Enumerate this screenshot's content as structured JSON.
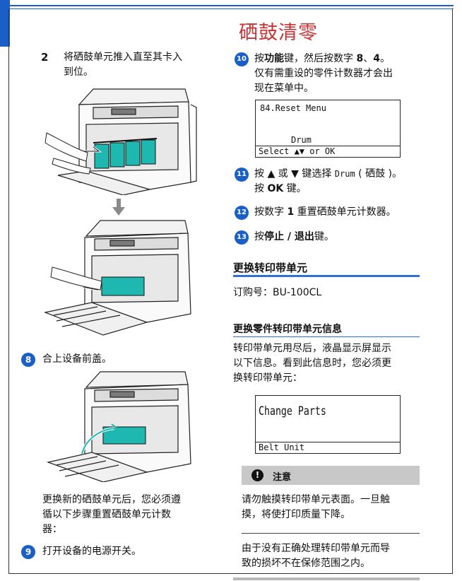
{
  "page": {
    "title": "硒鼓清零"
  },
  "left": {
    "step2_num": "2",
    "step2_text_l1": "将硒鼓单元推入直至其卡入",
    "step2_text_l2": "到位。",
    "step8_num": "8",
    "step8_text": "合上设备前盖。",
    "reset_text_l1": "更换新的硒鼓单元后，您必须遵",
    "reset_text_l2": "循以下步骤重置硒鼓单元计数",
    "reset_text_l3": "器：",
    "step9_num": "9",
    "step9_text": "打开设备的电源开关。"
  },
  "right": {
    "step10_num": "10",
    "step10_a": "按",
    "step10_b": "功能",
    "step10_c": "键，然后按数字 ",
    "step10_d": "8",
    "step10_e": "、",
    "step10_f": "4",
    "step10_g": "。",
    "step10_l2": "仅有需重设的零件计数器才会出",
    "step10_l3": "现在菜单中。",
    "lcd1_line1": "84.Reset Menu",
    "lcd1_line2": "Drum",
    "lcd1_bar": "Select ▲▼ or OK",
    "step11_num": "11",
    "step11_a": "按 ▲ 或 ▼ 键选择 ",
    "step11_mono": "Drum",
    "step11_b": " ( 硒鼓 )。",
    "step11_l2a": "按 ",
    "step11_l2b": "OK",
    "step11_l2c": " 键。",
    "step12_num": "12",
    "step12_a": "按数字 ",
    "step12_b": "1",
    "step12_c": " 重置硒鼓单元计数器。",
    "step13_num": "13",
    "step13_a": "按",
    "step13_b": "停止 / 退出",
    "step13_c": "键。",
    "section_title": "更换转印带单元",
    "order_no": "订购号：BU-100CL",
    "subsection_title": "更换零件转印带单元信息",
    "body_l1": "转印带单元用尽后，液晶显示屏显示",
    "body_l2": "以下信息。看到此信息时，您必须更",
    "body_l3": "换转印带单元：",
    "lcd2_line1": "Change Parts",
    "lcd2_bar": "Belt Unit",
    "note_icon": "!",
    "note_label": "注意",
    "note1_l1": "请勿触摸转印带单元表面。一旦触",
    "note1_l2": "摸，将使打印质量下降。",
    "note2_l1": "由于没有正确处理转印带单元而导",
    "note2_l2": "致的损坏不在保修范围之内。"
  }
}
